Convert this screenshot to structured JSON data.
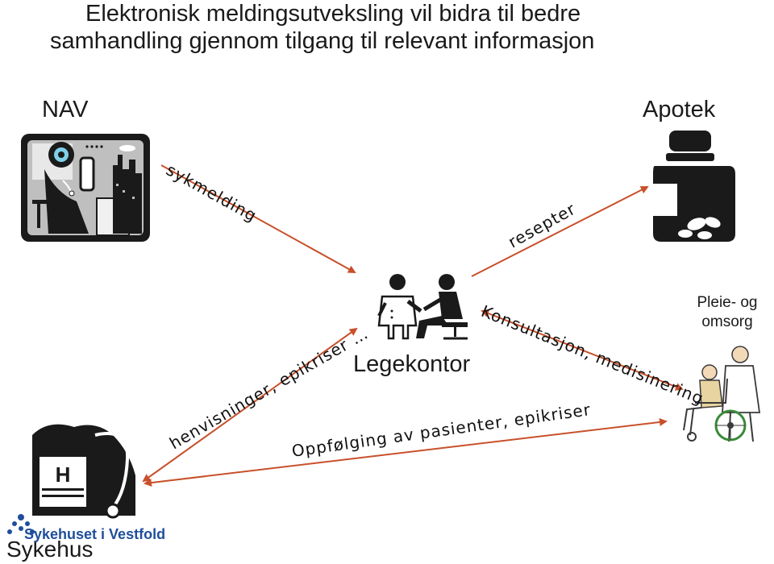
{
  "title": {
    "line1": "Elektronisk meldingsutveksling vil bidra til bedre",
    "line2": "samhandling gjennom tilgang til relevant informasjon"
  },
  "nodes": {
    "nav": "NAV",
    "apotek": "Apotek",
    "legekontor": "Legekontor",
    "pleie_line1": "Pleie- og",
    "pleie_line2": "omsorg",
    "sykehus": "Sykehus"
  },
  "edges": {
    "sykmelding": "sykmelding",
    "resepter": "resepter",
    "henvisninger": "henvisninger, epikriser …",
    "konsultasjon": "Konsultasjon, medisinering",
    "oppfolging": "Oppfølging av pasienter, epikriser"
  },
  "logo": {
    "text": "Sykehuset i Vestfold"
  },
  "colors": {
    "arrow": "#c8502a",
    "logo_blue": "#1f4e9b"
  },
  "icons": [
    "nav-clipart-icon",
    "pill-bottle-icon",
    "doctor-patient-icon",
    "caregiver-wheelchair-icon",
    "hospital-stethoscope-icon",
    "logo-emblem-icon"
  ]
}
